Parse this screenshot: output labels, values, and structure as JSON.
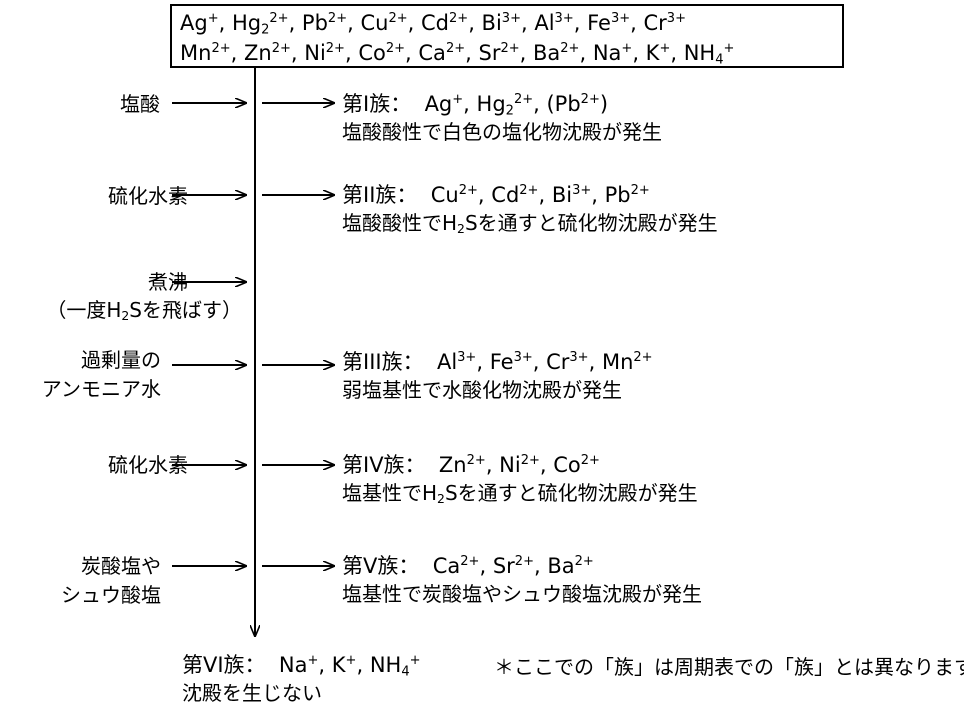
{
  "top_ions": {
    "line1": [
      {
        "base": "Ag",
        "sup": "+"
      },
      {
        "base": "Hg",
        "sub": "2",
        "sup": "2+"
      },
      {
        "base": "Pb",
        "sup": "2+"
      },
      {
        "base": "Cu",
        "sup": "2+"
      },
      {
        "base": "Cd",
        "sup": "2+"
      },
      {
        "base": "Bi",
        "sup": "3+"
      },
      {
        "base": "Al",
        "sup": "3+"
      },
      {
        "base": "Fe",
        "sup": "3+"
      },
      {
        "base": "Cr",
        "sup": "3+"
      }
    ],
    "line2": [
      {
        "base": "Mn",
        "sup": "2+"
      },
      {
        "base": "Zn",
        "sup": "2+"
      },
      {
        "base": "Ni",
        "sup": "2+"
      },
      {
        "base": "Co",
        "sup": "2+"
      },
      {
        "base": "Ca",
        "sup": "2+"
      },
      {
        "base": "Sr",
        "sup": "2+"
      },
      {
        "base": "Ba",
        "sup": "2+"
      },
      {
        "base": "Na",
        "sup": "+"
      },
      {
        "base": "K",
        "sup": "+"
      },
      {
        "base": "NH",
        "sub": "4",
        "sup": "+"
      }
    ]
  },
  "steps": [
    {
      "reagent_lines": [
        "塩酸"
      ],
      "group_label": "第I族：",
      "ions": [
        {
          "base": "Ag",
          "sup": "+"
        },
        {
          "base": "Hg",
          "sub": "2",
          "sup": "2+"
        },
        {
          "base": "(Pb",
          "sup": "2+",
          "after": ")"
        }
      ],
      "description": [
        {
          "t": "塩酸酸性で白色の塩化物沈殿が発生"
        }
      ]
    },
    {
      "reagent_lines": [
        "硫化水素"
      ],
      "group_label": "第II族：",
      "ions": [
        {
          "base": "Cu",
          "sup": "2+"
        },
        {
          "base": "Cd",
          "sup": "2+"
        },
        {
          "base": "Bi",
          "sup": "3+"
        },
        {
          "base": "Pb",
          "sup": "2+"
        }
      ],
      "description": [
        {
          "t": "塩酸酸性でH"
        },
        {
          "sub": "2"
        },
        {
          "t": "Sを通すと硫化物沈殿が発生"
        }
      ]
    },
    {
      "reagent_lines": [
        "煮沸"
      ],
      "reagent_note": [
        {
          "t": "（一度H"
        },
        {
          "sub": "2"
        },
        {
          "t": "Sを飛ばす）"
        }
      ],
      "group_label": null
    },
    {
      "reagent_lines": [
        "過剰量の",
        "アンモニア水"
      ],
      "group_label": "第III族：",
      "ions": [
        {
          "base": "Al",
          "sup": "3+"
        },
        {
          "base": "Fe",
          "sup": "3+"
        },
        {
          "base": "Cr",
          "sup": "3+"
        },
        {
          "base": "Mn",
          "sup": "2+"
        }
      ],
      "description": [
        {
          "t": "弱塩基性で水酸化物沈殿が発生"
        }
      ]
    },
    {
      "reagent_lines": [
        "硫化水素"
      ],
      "group_label": "第IV族：",
      "ions": [
        {
          "base": "Zn",
          "sup": "2+"
        },
        {
          "base": "Ni",
          "sup": "2+"
        },
        {
          "base": "Co",
          "sup": "2+"
        }
      ],
      "description": [
        {
          "t": "塩基性でH"
        },
        {
          "sub": "2"
        },
        {
          "t": "Sを通すと硫化物沈殿が発生"
        }
      ]
    },
    {
      "reagent_lines": [
        "炭酸塩や",
        "シュウ酸塩"
      ],
      "group_label": "第V族：",
      "ions": [
        {
          "base": "Ca",
          "sup": "2+"
        },
        {
          "base": "Sr",
          "sup": "2+"
        },
        {
          "base": "Ba",
          "sup": "2+"
        }
      ],
      "description": [
        {
          "t": "塩基性で炭酸塩やシュウ酸塩沈殿が発生"
        }
      ]
    }
  ],
  "final_group": {
    "group_label": "第VI族：",
    "ions": [
      {
        "base": "Na",
        "sup": "+"
      },
      {
        "base": "K",
        "sup": "+"
      },
      {
        "base": "NH",
        "sub": "4",
        "sup": "+"
      }
    ],
    "description": "沈殿を生じない"
  },
  "footnote": "＊ここでの「族」は周期表での「族」とは異なります"
}
